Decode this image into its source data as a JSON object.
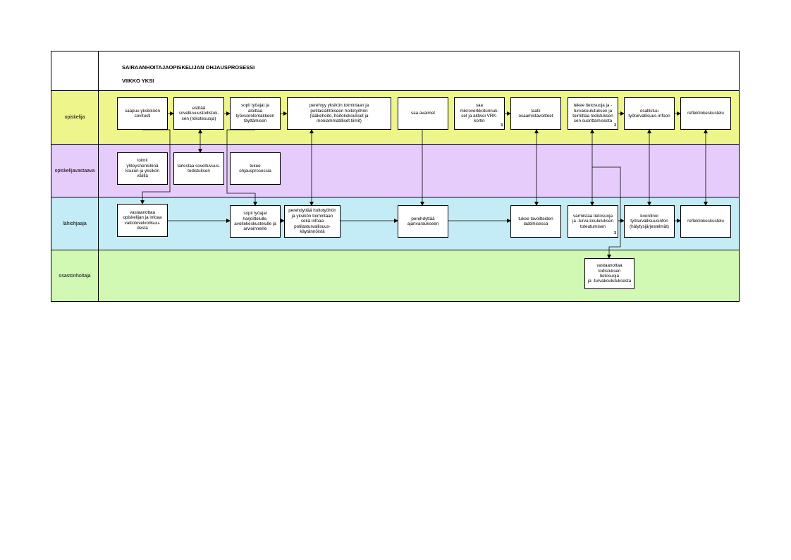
{
  "title": {
    "main": "SAIRAANHOITAJAOPISKELIJAN OHJAUSPROSESSI",
    "sub": "VIIKKO YKSI"
  },
  "colors": {
    "opiskelija": "#eef58a",
    "opiskelijavastaava": "#e6ccfa",
    "lahiohjaaja": "#c4ecf7",
    "osastonhoitaja": "#d2f9b3"
  },
  "lanes": [
    {
      "id": "opiskelija",
      "label": "opiskelija"
    },
    {
      "id": "opiskelijavastaava",
      "label": "opiskelijavastaava"
    },
    {
      "id": "lahiohjaaja",
      "label": "lähiohjaaja"
    },
    {
      "id": "osastonhoitaja",
      "label": "osastonhoitaja"
    }
  ],
  "nodes": {
    "o1": {
      "text": "saapuu yksikköön\nsovitusti"
    },
    "o2": {
      "text": "esittää\nsoveltuvuustodistuk-\nsen (rokotesuoja)"
    },
    "o3": {
      "text": "sopii työajat ja\naloittaa\ntyövuorolomakkeen\ntäyttämisen"
    },
    "o4": {
      "text": "perehtyy yksikön toimintaan ja\npotilaslähtöiseen hoitotyöhön\n(lääkehoito,  hoitokokoukset ja\nmoniammatilliset tiimit)"
    },
    "o5": {
      "text": "saa avaimet"
    },
    "o6": {
      "text": "saa\nmikroverkkotunnuk-\nset ja aktivoi VRK-\nkortin",
      "mark": "3"
    },
    "o7": {
      "text": "laatii\nosaamistavoitteet"
    },
    "o8": {
      "text": "tekee tietosuoja ja -\nturvakoulutuksen ja\ntoimittaa todistuksen\nsen suorittamisesta",
      "mark": "3"
    },
    "o9": {
      "text": "osallistuu\ntyöturvallisuus-infoon"
    },
    "o10": {
      "text": "reflektiokeskustelu"
    },
    "v1": {
      "text": "toimii\nyhteyshenkilönä\nkoulun ja yksikön\nvälillä"
    },
    "v2": {
      "text": "tarkistaa soveltuvuus-\ntodistuksen"
    },
    "v3": {
      "text": "tukee\nohjausprosessia"
    },
    "l1": {
      "text": "vastaanottaa\nopiskelijan ja infoaa\nvaitiolovelvollisuu-\ndesta"
    },
    "l2": {
      "text": "sopii työajat\nharjoittelulle,\navoitekeskustelulle ja\narvioinneille"
    },
    "l3": {
      "text": "perehdyttää hoitotyöhön\nja yksikön toimintaan\nsekä infoaa\npotilasturvallisuus-\nkäytännöistä"
    },
    "l4": {
      "text": "perehdyttää\najanvaraukseen"
    },
    "l5": {
      "text": "tukee tavoitteiden\nlaatimisessa"
    },
    "l6": {
      "text": "varmistaa tietosuoja\nja -turva koulutuksen\ntoteutumisen",
      "mark": "3"
    },
    "l7": {
      "text": "koordinoi\ntyöturvallisuusinfon\n(hälytysjärjestelmät)"
    },
    "l8": {
      "text": "reflektiokeskustelu"
    },
    "h1": {
      "text": "vastaanottaa\ntodistuksen\ntietosuoja\nja -turvakoulutuksesta"
    }
  }
}
